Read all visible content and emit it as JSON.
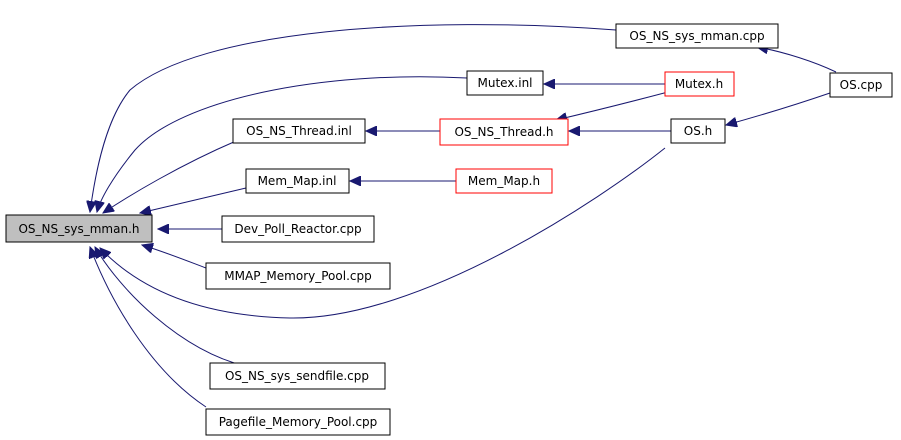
{
  "graph": {
    "nodes": {
      "os_ns_sys_mman_h": "OS_NS_sys_mman.h",
      "os_ns_sys_mman_cpp": "OS_NS_sys_mman.cpp",
      "os_cpp": "OS.cpp",
      "mutex_inl": "Mutex.inl",
      "mutex_h": "Mutex.h",
      "os_ns_thread_inl": "OS_NS_Thread.inl",
      "os_ns_thread_h": "OS_NS_Thread.h",
      "os_h": "OS.h",
      "mem_map_inl": "Mem_Map.inl",
      "mem_map_h": "Mem_Map.h",
      "dev_poll_reactor_cpp": "Dev_Poll_Reactor.cpp",
      "mmap_memory_pool_cpp": "MMAP_Memory_Pool.cpp",
      "os_ns_sys_sendfile_cpp": "OS_NS_sys_sendfile.cpp",
      "pagefile_memory_pool_cpp": "Pagefile_Memory_Pool.cpp"
    },
    "colors": {
      "edge": "#191970",
      "focus_fill": "#bfbfbf",
      "border_default": "#000000",
      "border_incomplete": "#ff0000"
    }
  }
}
